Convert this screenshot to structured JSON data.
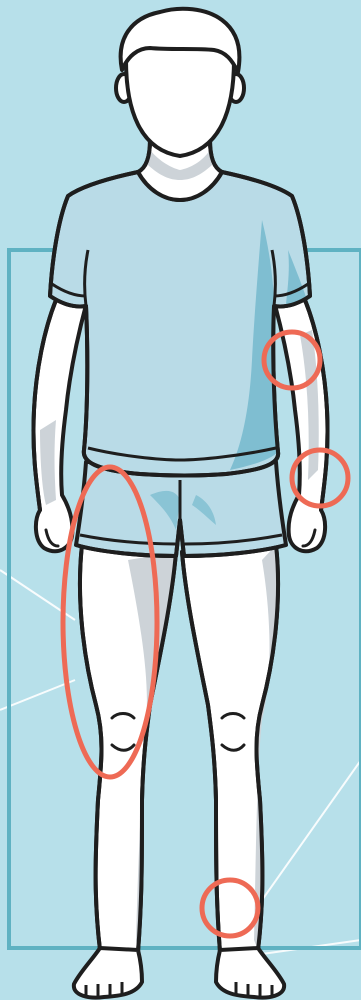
{
  "colors": {
    "background": "#b7e0ea",
    "frame": "#5fb2c2",
    "outline": "#1e1e1e",
    "skin": "#ffffff",
    "skin_shade": "#cdd3d8",
    "shirt": "#b9dbe7",
    "shirt_shade": "#7fbed1",
    "shorts": "#b9dbe7",
    "shorts_shade": "#8ac4d5",
    "highlight_ring": "#ee6a55",
    "guide_lines": "#ffffff"
  },
  "figure": {
    "subject": "standing-person-front-view",
    "highlighted_regions": [
      "right-thigh",
      "left-forearm",
      "left-wrist",
      "left-ankle"
    ]
  }
}
